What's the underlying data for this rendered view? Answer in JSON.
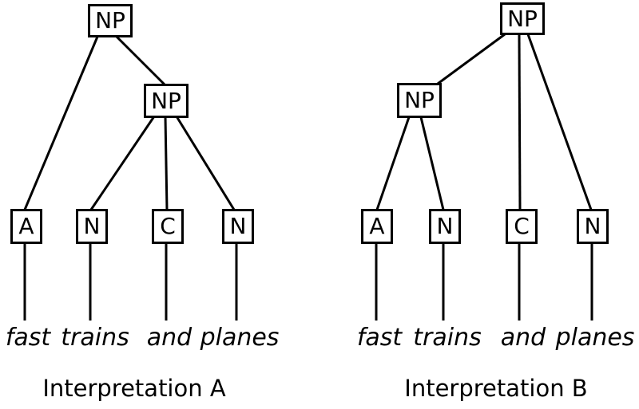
{
  "colors": {
    "foreground": "#000000",
    "background": "#ffffff"
  },
  "tree_a": {
    "caption": "Interpretation A",
    "root_label": "NP",
    "inner_label": "NP",
    "tags": [
      "A",
      "N",
      "C",
      "N"
    ],
    "words": [
      "fast",
      "trains",
      "and",
      "planes"
    ]
  },
  "tree_b": {
    "caption": "Interpretation B",
    "root_label": "NP",
    "inner_label": "NP",
    "tags": [
      "A",
      "N",
      "C",
      "N"
    ],
    "words": [
      "fast",
      "trains",
      "and",
      "planes"
    ]
  }
}
